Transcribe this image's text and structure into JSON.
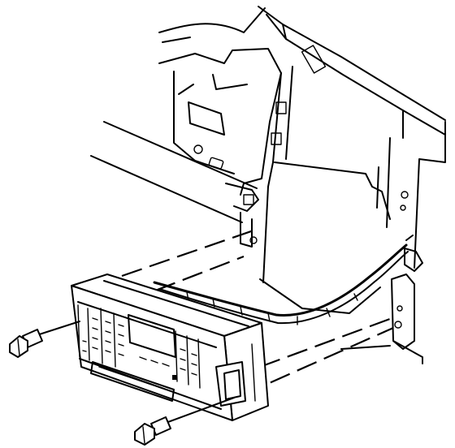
{
  "diagram": {
    "type": "exploded-assembly-line-drawing",
    "colors": {
      "ink": "#000000",
      "paper": "#ffffff"
    },
    "parts": [
      {
        "name": "instrument-panel-support-bracket"
      },
      {
        "name": "climate-control-module"
      },
      {
        "name": "mounting-screw-left"
      },
      {
        "name": "mounting-screw-lower"
      },
      {
        "name": "wiring-harness"
      },
      {
        "name": "side-mounting-bracket"
      }
    ]
  }
}
